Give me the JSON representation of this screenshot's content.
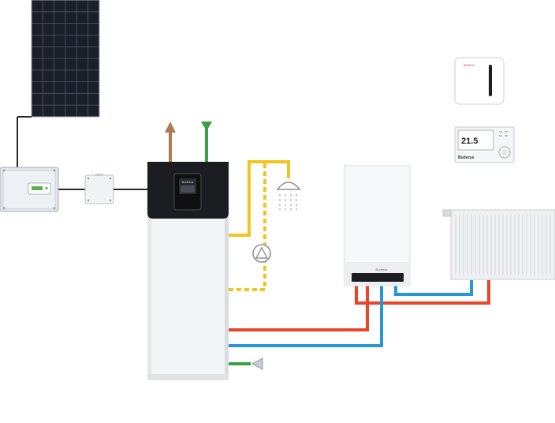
{
  "colors": {
    "solar_panel": "#1b1f2a",
    "solar_cell_line": "#5b6272",
    "pv_line": "#2a2a2a",
    "hot_water": "#f2c51d",
    "heating_flow": "#e8452a",
    "heating_return": "#2596d8",
    "cold_inlet": "#3aa040",
    "exhaust_air": "#b07b52",
    "tank_body": "#f3f4f5",
    "tank_top": "#1c1d20",
    "boiler_body": "#f7f8f9",
    "radiator": "#eef0f2"
  },
  "icons": {
    "solar": "solar-panel-icon",
    "inverter": "inverter-icon",
    "junction": "junction-box-icon",
    "heat_pump": "heat-pump-water-heater-icon",
    "shower": "shower-icon",
    "pump": "circulation-pump-icon",
    "boiler": "wall-boiler-icon",
    "radiator": "radiator-icon",
    "gateway": "smart-gateway-icon",
    "thermostat": "room-controller-icon"
  },
  "heat_pump": {
    "brand": "Buderus"
  },
  "boiler": {
    "brand": "Buderus"
  },
  "gateway": {
    "brand": "BOSCH"
  },
  "thermostat": {
    "temperature": "21.5",
    "brand": "Buderus"
  }
}
